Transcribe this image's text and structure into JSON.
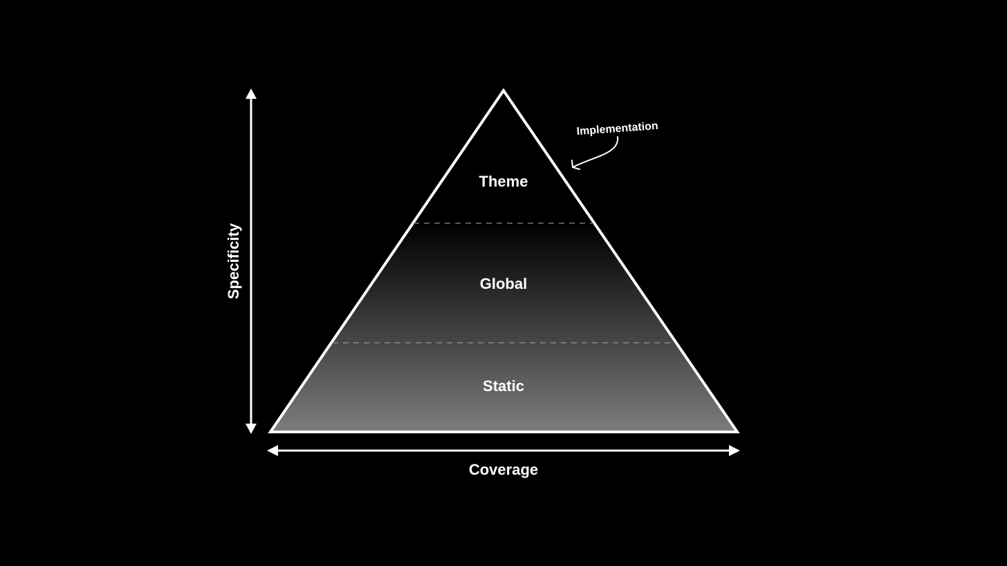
{
  "pyramid": {
    "layers": [
      {
        "label": "Theme"
      },
      {
        "label": "Global"
      },
      {
        "label": "Static"
      }
    ],
    "gradient_colors": {
      "top": "#000000",
      "bottom": "#7c7c7c"
    },
    "outline_color": "#ffffff"
  },
  "axes": {
    "vertical_label": "Specificity",
    "horizontal_label": "Coverage"
  },
  "annotation": {
    "text": "Implementation"
  }
}
